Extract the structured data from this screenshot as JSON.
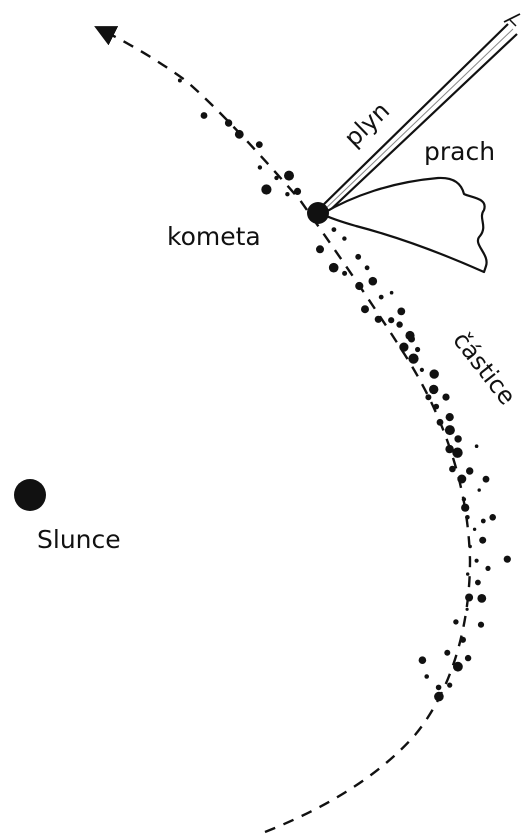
{
  "labels": {
    "comet": "kometa",
    "sun": "Slunce",
    "gas": "plyn",
    "dust": "prach",
    "particles": "částice"
  },
  "colors": {
    "ink": "#111111",
    "background": "#ffffff"
  }
}
